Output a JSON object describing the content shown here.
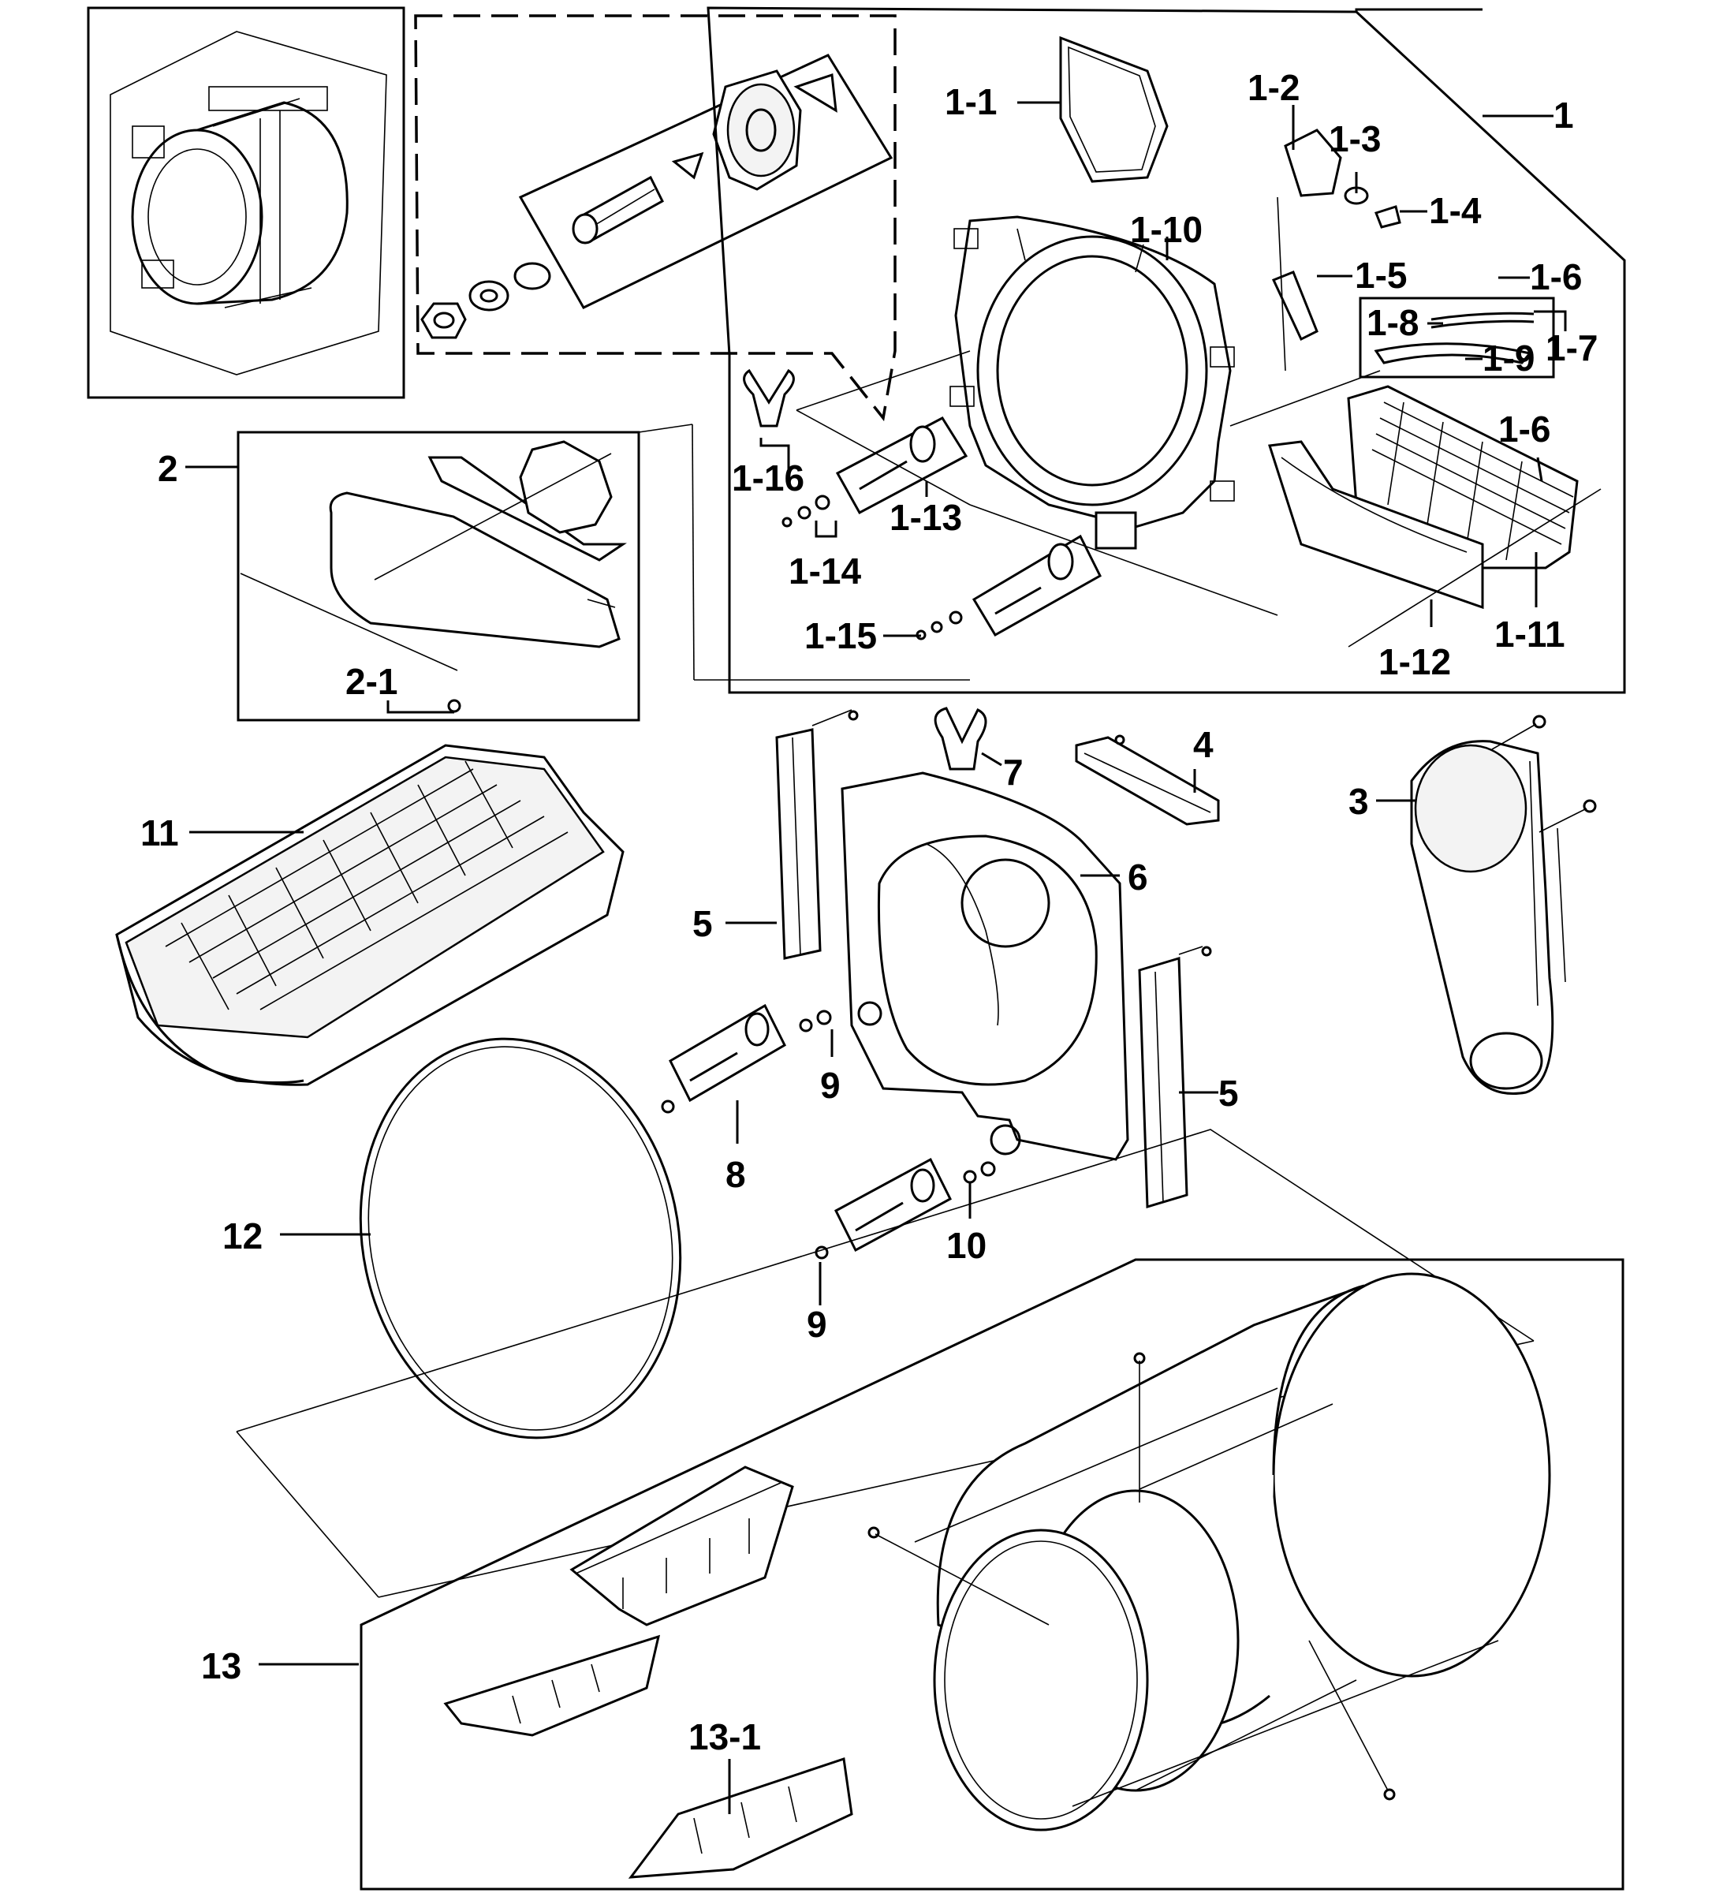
{
  "labels": {
    "n1": "1",
    "n1_1": "1-1",
    "n1_2": "1-2",
    "n1_3": "1-3",
    "n1_4": "1-4",
    "n1_5": "1-5",
    "n1_6a": "1-6",
    "n1_6b": "1-6",
    "n1_7": "1-7",
    "n1_8": "1-8",
    "n1_9": "1-9",
    "n1_10": "1-10",
    "n1_11": "1-11",
    "n1_12": "1-12",
    "n1_13": "1-13",
    "n1_14": "1-14",
    "n1_15": "1-15",
    "n1_16": "1-16",
    "n2": "2",
    "n2_1": "2-1",
    "n3": "3",
    "n4": "4",
    "n5a": "5",
    "n5b": "5",
    "n6": "6",
    "n7": "7",
    "n8": "8",
    "n9a": "9",
    "n9b": "9",
    "n10": "10",
    "n11": "11",
    "n12": "12",
    "n13": "13",
    "n13_1": "13-1"
  },
  "colors": {
    "ink": "#000000",
    "paper": "#ffffff"
  }
}
